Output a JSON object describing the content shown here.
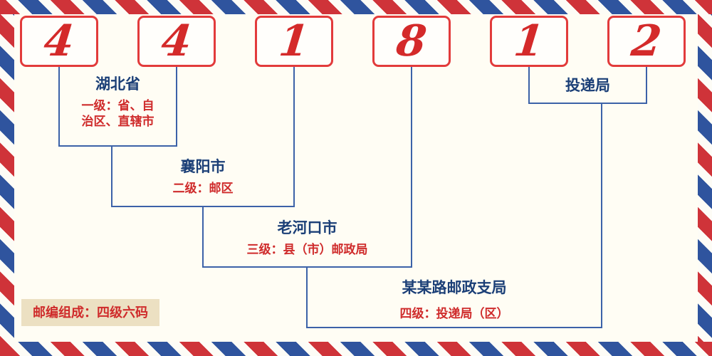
{
  "code": {
    "digits": [
      "4",
      "4",
      "1",
      "8",
      "1",
      "2"
    ]
  },
  "levels": {
    "level1": {
      "name": "湖北省",
      "desc_line1": "一级：省、自",
      "desc_line2": "治区、直辖市"
    },
    "level2": {
      "name": "襄阳市",
      "desc": "二级：邮区"
    },
    "level3": {
      "name": "老河口市",
      "desc": "三级：县（市）邮政局"
    },
    "level4": {
      "name": "某某路邮政支局",
      "desc": "四级：投递局（区）"
    },
    "delivery": {
      "name": "投递局"
    }
  },
  "footer": {
    "note": "邮编组成：四级六码"
  },
  "colors": {
    "digit_red": "#d42a2a",
    "box_border_red": "#e23b3b",
    "line_blue": "#3c62a8",
    "label_blue": "#1b3f77",
    "text_red": "#cf2b2b",
    "badge_bg": "#ece0c2",
    "stripe_red": "#cf3339",
    "stripe_blue": "#2f549e"
  }
}
